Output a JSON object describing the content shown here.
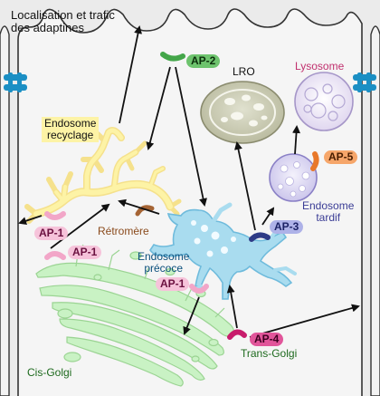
{
  "title_line1": "Localisation et trafic",
  "title_line2": "des adaptines",
  "labels": {
    "ap2": "AP-2",
    "lro": "LRO",
    "lysosome": "Lysosome",
    "endosome_recyclage_1": "Endosome",
    "endosome_recyclage_2": "recyclage",
    "ap5": "AP-5",
    "endosome_tardif_1": "Endosome",
    "endosome_tardif_2": "tardif",
    "ap3": "AP-3",
    "ap1_left": "AP-1",
    "retromere": "Rétromère",
    "ap1_lower": "AP-1",
    "endosome_precoce_1": "Endosome",
    "endosome_precoce_2": "précoce",
    "ap1_precoce": "AP-1",
    "ap4": "AP-4",
    "trans_golgi": "Trans-Golgi",
    "cis_golgi": "Cis-Golgi"
  },
  "colors": {
    "background": "#ebebeb",
    "recycling_endosome": "#fdf3a6",
    "early_endosome": "#a9dcef",
    "golgi": "#c9f2c4",
    "lro": "#cfd0b6",
    "lysosome": "#eae4f4",
    "late_endosome": "#d9d4f0",
    "ap2_green": "#44a64a",
    "ap1_pink": "#f2a6c8",
    "ap3_navy": "#2e3b86",
    "ap4_magenta": "#c81c6c",
    "ap5_orange": "#e8782a",
    "retromer_brown": "#a56434",
    "channel_blue": "#1b8fc4"
  }
}
